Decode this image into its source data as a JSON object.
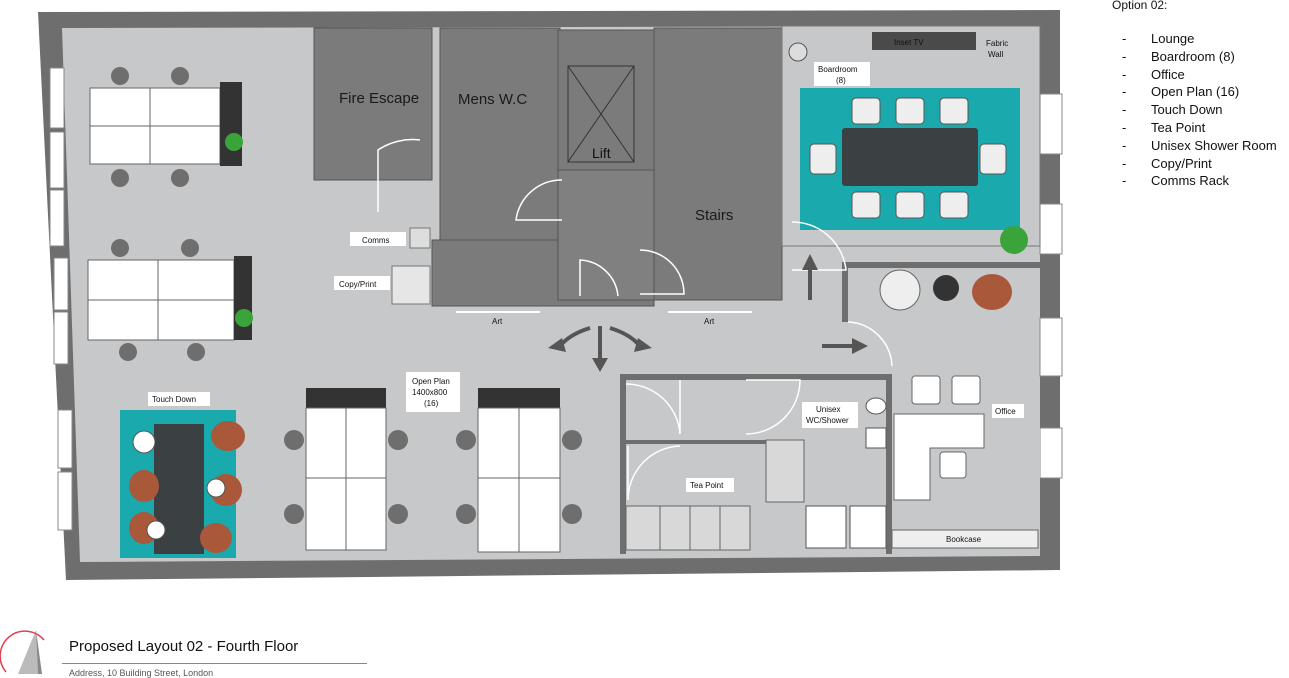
{
  "legend": {
    "title": "Option 02:",
    "items": [
      "Lounge",
      "Boardroom (8)",
      "Office",
      "Open Plan (16)",
      "Touch Down",
      "Tea Point",
      "Unisex Shower Room",
      "Copy/Print",
      "Comms Rack"
    ],
    "dash": "-"
  },
  "plan": {
    "fire_escape": "Fire Escape",
    "mens_wc": "Mens W.C",
    "lift": "Lift",
    "stairs": "Stairs",
    "inset_tv": "Inset TV",
    "fabric_wall_1": "Fabric",
    "fabric_wall_2": "Wall",
    "boardroom_1": "Boardroom",
    "boardroom_2": "(8)",
    "comms": "Comms",
    "copy_print": "Copy/Print",
    "art_left": "Art",
    "art_right": "Art",
    "touch_down": "Touch Down",
    "open_plan_1": "Open Plan",
    "open_plan_2": "1400x800",
    "open_plan_3": "(16)",
    "unisex_1": "Unisex",
    "unisex_2": "WC/Shower",
    "tea_point": "Tea Point",
    "office": "Office",
    "bookcase": "Bookcase"
  },
  "title_block": {
    "title": "Proposed Layout 02 - Fourth Floor",
    "subtitle": "Address, 10 Building Street, London"
  },
  "colors": {
    "outer_wall": "#6e6e6e",
    "floor": "#c6c8ca",
    "core": "#7b7b7b",
    "rug": "#1aa9ad",
    "plant": "#3aa33a",
    "chair": "#a9583a"
  }
}
